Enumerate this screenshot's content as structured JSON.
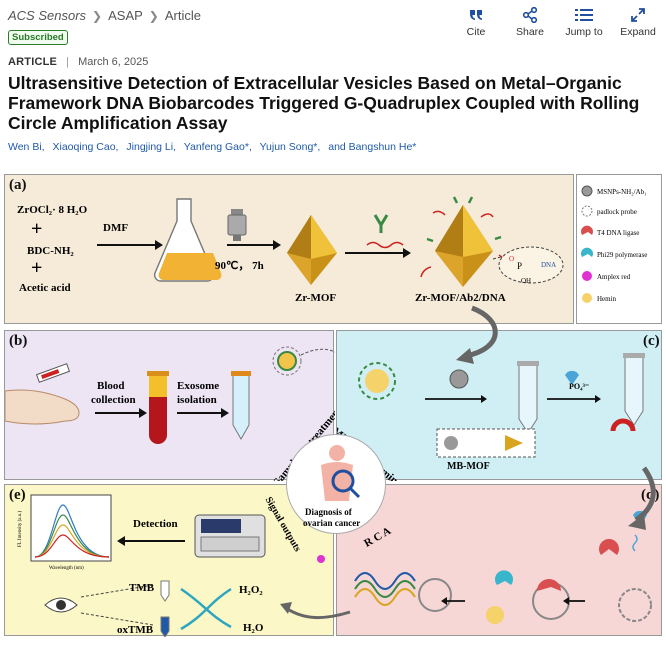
{
  "breadcrumb": {
    "journal": "ACS Sensors",
    "issue": "ASAP",
    "section": "Article"
  },
  "access_badge": "Subscribed",
  "actions": [
    {
      "label": "Cite",
      "icon": "quote-icon"
    },
    {
      "label": "Share",
      "icon": "share-icon"
    },
    {
      "label": "Jump to",
      "icon": "list-icon"
    },
    {
      "label": "Expand",
      "icon": "expand-icon"
    }
  ],
  "meta": {
    "type": "ARTICLE",
    "date": "March 6, 2025"
  },
  "title": "Ultrasensitive Detection of Extracellular Vesicles Based on Metal–Organic Framework DNA Biobarcodes Triggered G-Quadruplex Coupled with Rolling Circle Amplification Assay",
  "authors": [
    "Wen Bi,",
    "Xiaoqing Cao,",
    "Jingjing Li,",
    "Yanfeng Gao*,",
    "Yujun Song*,",
    "and Bangshun He*"
  ],
  "figure": {
    "panel_a": {
      "label": "(a)",
      "reagents": [
        "ZrOCl₂· 8 H₂O",
        "BDC-NH₂",
        "Acetic acid"
      ],
      "solvent": "DMF",
      "condition": "90℃， 7h",
      "mof": "Zr-MOF",
      "conjugate": "Zr-MOF/Ab2/DNA",
      "dna_tag": "DNA",
      "phosphate": [
        "P",
        "O",
        "OH"
      ]
    },
    "legend": [
      "MSNPs-NH₂/Ab₁",
      "padlock probe",
      "T4 DNA ligase",
      "Phi29 polymerase",
      "Amplex red",
      "Hemin"
    ],
    "panel_b": {
      "label": "(b)",
      "step1": [
        "Blood",
        "collection"
      ],
      "step2": [
        "Exosome",
        "isolation"
      ],
      "rotated": "Sample  pretreatment"
    },
    "panel_c": {
      "label": "(c)",
      "rotated": "MB-MOF forming",
      "inset": "MB-MOF",
      "reagent": "PO₄³⁻"
    },
    "center": [
      "Diagnosis of",
      "ovarian cancer"
    ],
    "panel_e": {
      "label": "(e)",
      "detection": "Detection",
      "signal": "Signal outputs",
      "tmb": "TMB",
      "oxtmb": "oxTMB",
      "h2o2": "H₂O₂",
      "h2o": "H₂O",
      "plot_ylabel": "FL Intensity (a.u.)",
      "plot_xlabel": "Wavelength (nm)"
    },
    "panel_d": {
      "label": "(d)",
      "rca": "R C A"
    }
  },
  "colors": {
    "link": "#1f5aa8",
    "icon": "#1f4fa0",
    "panel_a_bg": "#f5ebd8",
    "panel_b_bg": "#ede4f4",
    "panel_c_bg": "#cfeff5",
    "panel_d_bg": "#f7d6d6",
    "panel_e_bg": "#fbf7c6",
    "mof_gold": "#d9a520"
  }
}
